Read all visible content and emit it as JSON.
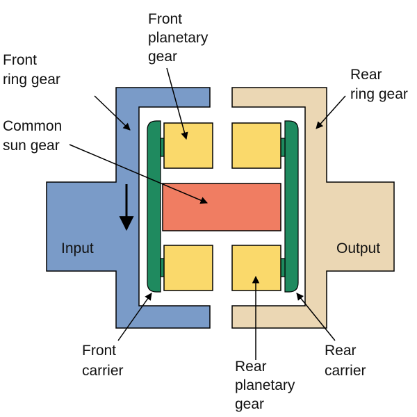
{
  "colors": {
    "front_ring": "#7A9BC8",
    "rear_ring": "#EBD7B4",
    "sun_gear": "#F07D62",
    "planetary_gear": "#FAD96B",
    "carrier": "#1F8A5F",
    "outline": "#000000",
    "background": "#FFFFFF"
  },
  "labels": {
    "front_planetary_gear": [
      "Front",
      "planetary",
      "gear"
    ],
    "front_ring_gear": [
      "Front",
      "ring gear"
    ],
    "rear_ring_gear": [
      "Rear",
      "ring gear"
    ],
    "common_sun_gear": [
      "Common",
      "sun gear"
    ],
    "input": "Input",
    "output": "Output",
    "front_carrier": [
      "Front",
      "carrier"
    ],
    "rear_carrier": [
      "Rear",
      "carrier"
    ],
    "rear_planetary_gear": [
      "Rear",
      "planetary",
      "gear"
    ]
  }
}
